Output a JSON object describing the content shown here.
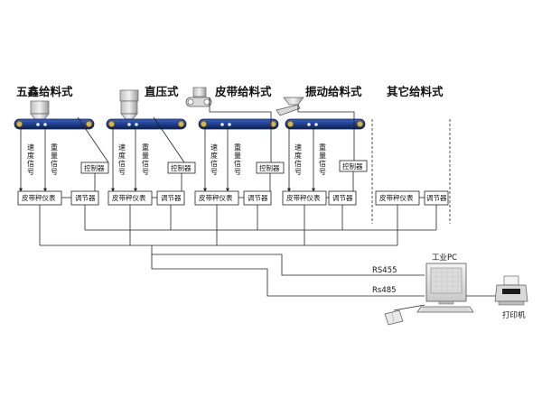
{
  "sections": [
    {
      "title": "五鑫给料式",
      "speed": [
        "速",
        "度",
        "信",
        "号"
      ],
      "weight": [
        "重",
        "量",
        "信",
        "号"
      ],
      "controller": "控制器",
      "meter": "皮带秤仪表",
      "regulator": "调节器"
    },
    {
      "title": "直压式",
      "speed": [
        "速",
        "度",
        "信",
        "号"
      ],
      "weight": [
        "重",
        "量",
        "信",
        "号"
      ],
      "controller": "控制器",
      "meter": "皮带秤仪表",
      "regulator": "调节器"
    },
    {
      "title": "皮带给料式",
      "speed": [
        "速",
        "度",
        "信",
        "号"
      ],
      "weight": [
        "重",
        "量",
        "信",
        "号"
      ],
      "controller": "控制器",
      "meter": "皮带秤仪表",
      "regulator": "调节器"
    },
    {
      "title": "振动给料式",
      "speed": [
        "速",
        "度",
        "信",
        "号"
      ],
      "weight": [
        "重",
        "量",
        "信",
        "号"
      ],
      "controller": "控制器",
      "meter": "皮带秤仪表",
      "regulator": "调节器"
    },
    {
      "title": "其它给料式",
      "meter": "皮带秤仪表",
      "regulator": "调节器"
    }
  ],
  "pc_label": "工业PC",
  "rs455_label": "RS455",
  "rs485_label": "Rs485",
  "printer_label": "打印机",
  "colors": {
    "belt": "#1f3f8f",
    "belt_edge": "#0d1f55",
    "roller": "#d8b640",
    "line": "#222222"
  }
}
